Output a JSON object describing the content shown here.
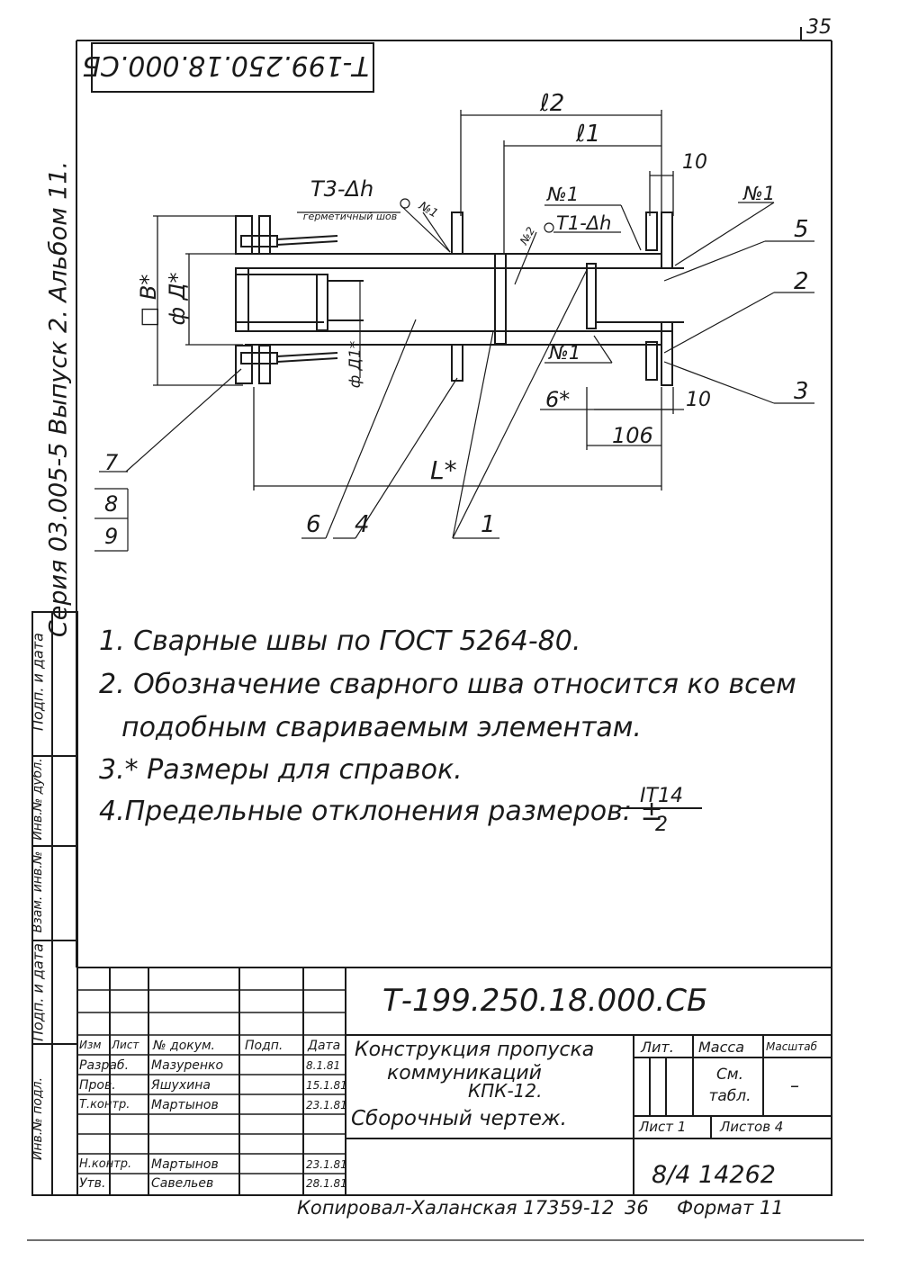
{
  "page_number": "35",
  "stamp_code_inverted": "Т-199.250.18.000.СБ",
  "side_series": "Серия 03.005-5 Выпуск 2. Альбом 11.",
  "side_boxes": [
    "Подп. и дата",
    "Инв.№ дубл.",
    "Взам. инв.№",
    "Подп. и дата",
    "Инв.№ подл."
  ],
  "drawing": {
    "dim_l2": "ℓ2",
    "dim_l1": "ℓ1",
    "dim_10_top": "10",
    "weld_t3": "Т3-Δh",
    "weld_hermetic": "герметичный шов",
    "weld_t1": "Т1-Δh",
    "weld_no1_a": "№1",
    "weld_no1_b": "№1",
    "weld_no1_c": "№1",
    "weld_no1_d": "№1",
    "weld_no2": "№2",
    "dim_aB": "□ В*",
    "dim_phiD": "ф Д*",
    "dim_phiD1": "ф Д1*",
    "dim_6": "6*",
    "dim_10_bottom": "10",
    "dim_106": "106",
    "dim_L": "L*",
    "pos_1": "1",
    "pos_2": "2",
    "pos_3": "3",
    "pos_4": "4",
    "pos_5": "5",
    "pos_6": "6",
    "pos_7": "7",
    "pos_8": "8",
    "pos_9": "9"
  },
  "notes": [
    "1. Сварные швы по ГОСТ 5264-80.",
    "2. Обозначение сварного шва относится ко всем",
    "подобным свариваемым элементам.",
    "3.* Размеры для справок.",
    "4.Предельные отклонения размеров: ±"
  ],
  "tolerance_num": "IT14",
  "tolerance_den": "2",
  "title_block": {
    "code": "Т-199.250.18.000.СБ",
    "name_line1": "Конструкция пропуска",
    "name_line2": "коммуникаций",
    "name_line3": "КПК-12.",
    "doc_type": "Сборочный чертеж.",
    "col_izm": "Изм",
    "col_list": "Лист",
    "col_doc": "№ докум.",
    "col_podp": "Подп.",
    "col_date": "Дата",
    "lit": "Лит.",
    "massa": "Масса",
    "masshtab": "Масштаб",
    "massa_val": "См. табл.",
    "masshtab_val": "–",
    "list_label": "Лист 1",
    "listov_label": "Листов 4",
    "org": "8/4 14262",
    "rows": [
      {
        "role": "Разраб.",
        "name": "Мазуренко",
        "date": "8.1.81"
      },
      {
        "role": "Пров.",
        "name": "Яшухина",
        "date": "15.1.81"
      },
      {
        "role": "Т.контр.",
        "name": "Мартынов",
        "date": "23.1.81"
      },
      {
        "role": "Н.контр.",
        "name": "Мартынов",
        "date": "23.1.81"
      },
      {
        "role": "Утв.",
        "name": "Савельев",
        "date": "28.1.81"
      }
    ]
  },
  "footer_copied": "Копировал-Халанская 17359-12",
  "footer_num": "36",
  "footer_format": "Формат 11"
}
